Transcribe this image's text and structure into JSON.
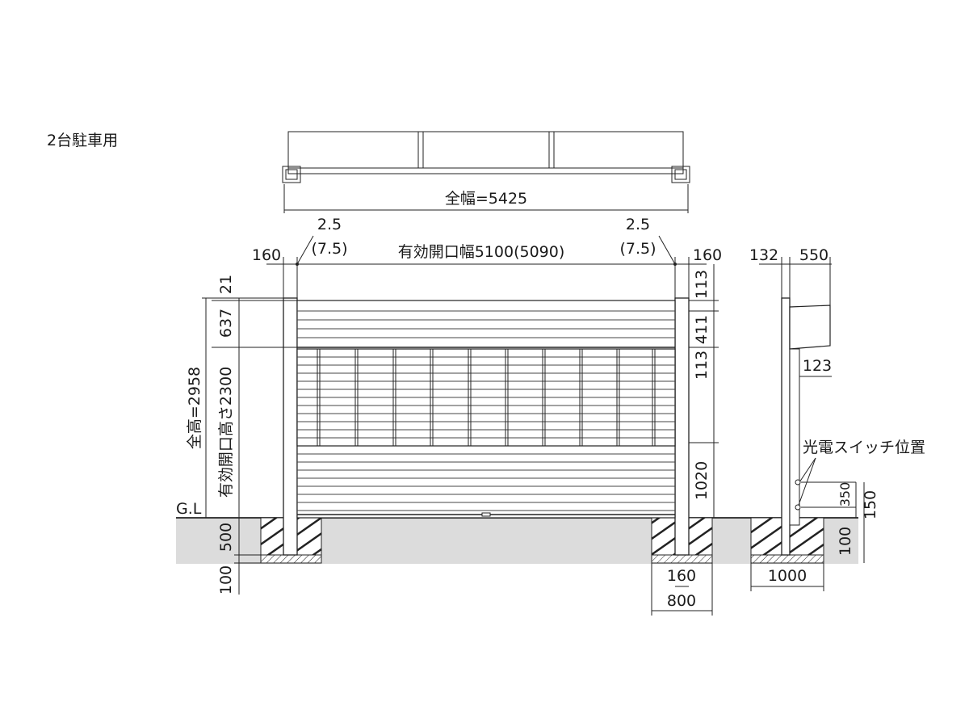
{
  "title": "2台駐車用",
  "colors": {
    "line": "#222222",
    "ground": "#dcdcdc",
    "background": "#ffffff"
  },
  "plan_view": {
    "total_width": "全幅=5425"
  },
  "front_view": {
    "left_post_width": "160",
    "right_post_width": "160",
    "clearance_left": "2.5",
    "clearance_left_alt": "(7.5)",
    "clearance_right": "2.5",
    "clearance_right_alt": "(7.5)",
    "opening_width": "有効開口幅5100(5090)",
    "total_height": "全高=2958",
    "opening_height": "有効開口高さ2300",
    "dim_21": "21",
    "dim_637": "637",
    "right_dim_113_top": "113",
    "right_dim_411": "411",
    "right_dim_113_mid": "113",
    "right_dim_1020": "1020",
    "ground_level": "G.L",
    "foundation_depth": "500",
    "base_depth": "100",
    "footing_post": "160",
    "footing_width": "800"
  },
  "side_view": {
    "post_dim": "132",
    "depth_dim": "550",
    "hood_dim": "123",
    "photo_switch_label": "光電スイッチ位置",
    "switch_dim_350": "350",
    "switch_dim_150": "150",
    "foundation_depth": "100",
    "footing_width": "1000"
  }
}
